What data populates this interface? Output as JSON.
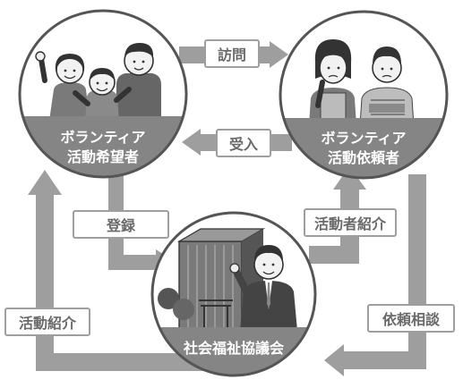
{
  "nodes": {
    "volunteers": {
      "line1": "ボランティア",
      "line2": "活動希望者"
    },
    "requesters": {
      "line1": "ボランティア",
      "line2": "活動依頼者"
    },
    "council": {
      "label": "社会福祉協議会"
    }
  },
  "arrows": {
    "visit": "訪問",
    "accept": "受入",
    "register": "登録",
    "introduce_volunteer": "活動者紹介",
    "introduce_activity": "活動紹介",
    "consult": "依頼相談"
  },
  "colors": {
    "arrow": "#9e9e9e",
    "circle_fill": "#ffffff",
    "circle_stroke": "#555555",
    "band": "#858585",
    "label_box": "#ffffff",
    "label_text": "#6a6a6a"
  }
}
